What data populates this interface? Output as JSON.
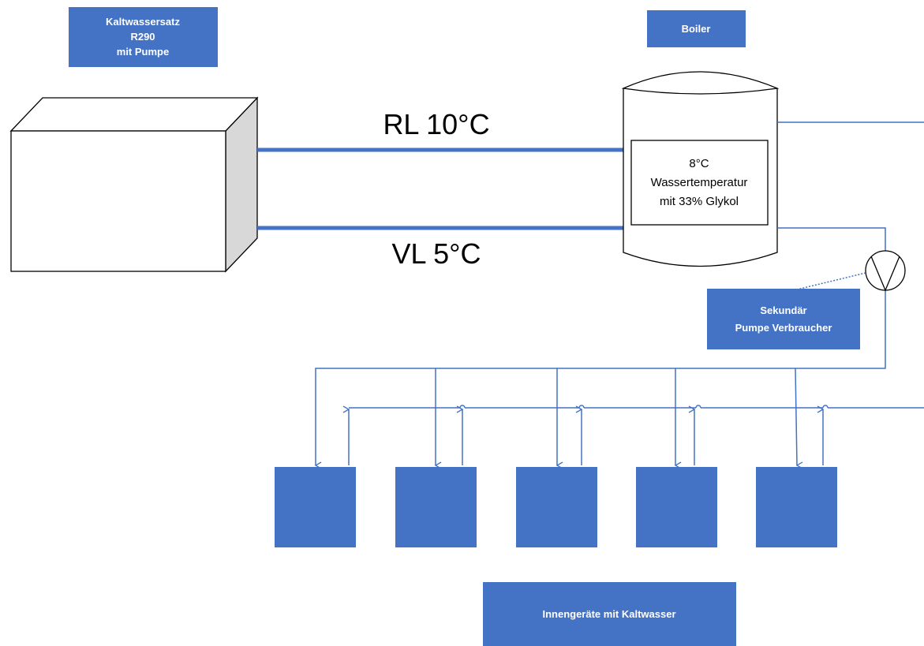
{
  "labels": {
    "chiller": [
      "Kaltwassersatz",
      "R290",
      "mit Pumpe"
    ],
    "boiler": "Boiler",
    "return_line": "RL 10°C",
    "flow_line": "VL 5°C",
    "tank": [
      "8°C",
      "Wassertemperatur",
      "mit 33% Glykol"
    ],
    "pump": [
      "Sekundär",
      "Pumpe Verbraucher"
    ],
    "indoor_units": "Innengeräte mit Kaltwasser"
  },
  "colors": {
    "box_fill": "#4472c4",
    "pipe": "#4472c4",
    "line": "#000000"
  },
  "indoor_unit_count": 5
}
